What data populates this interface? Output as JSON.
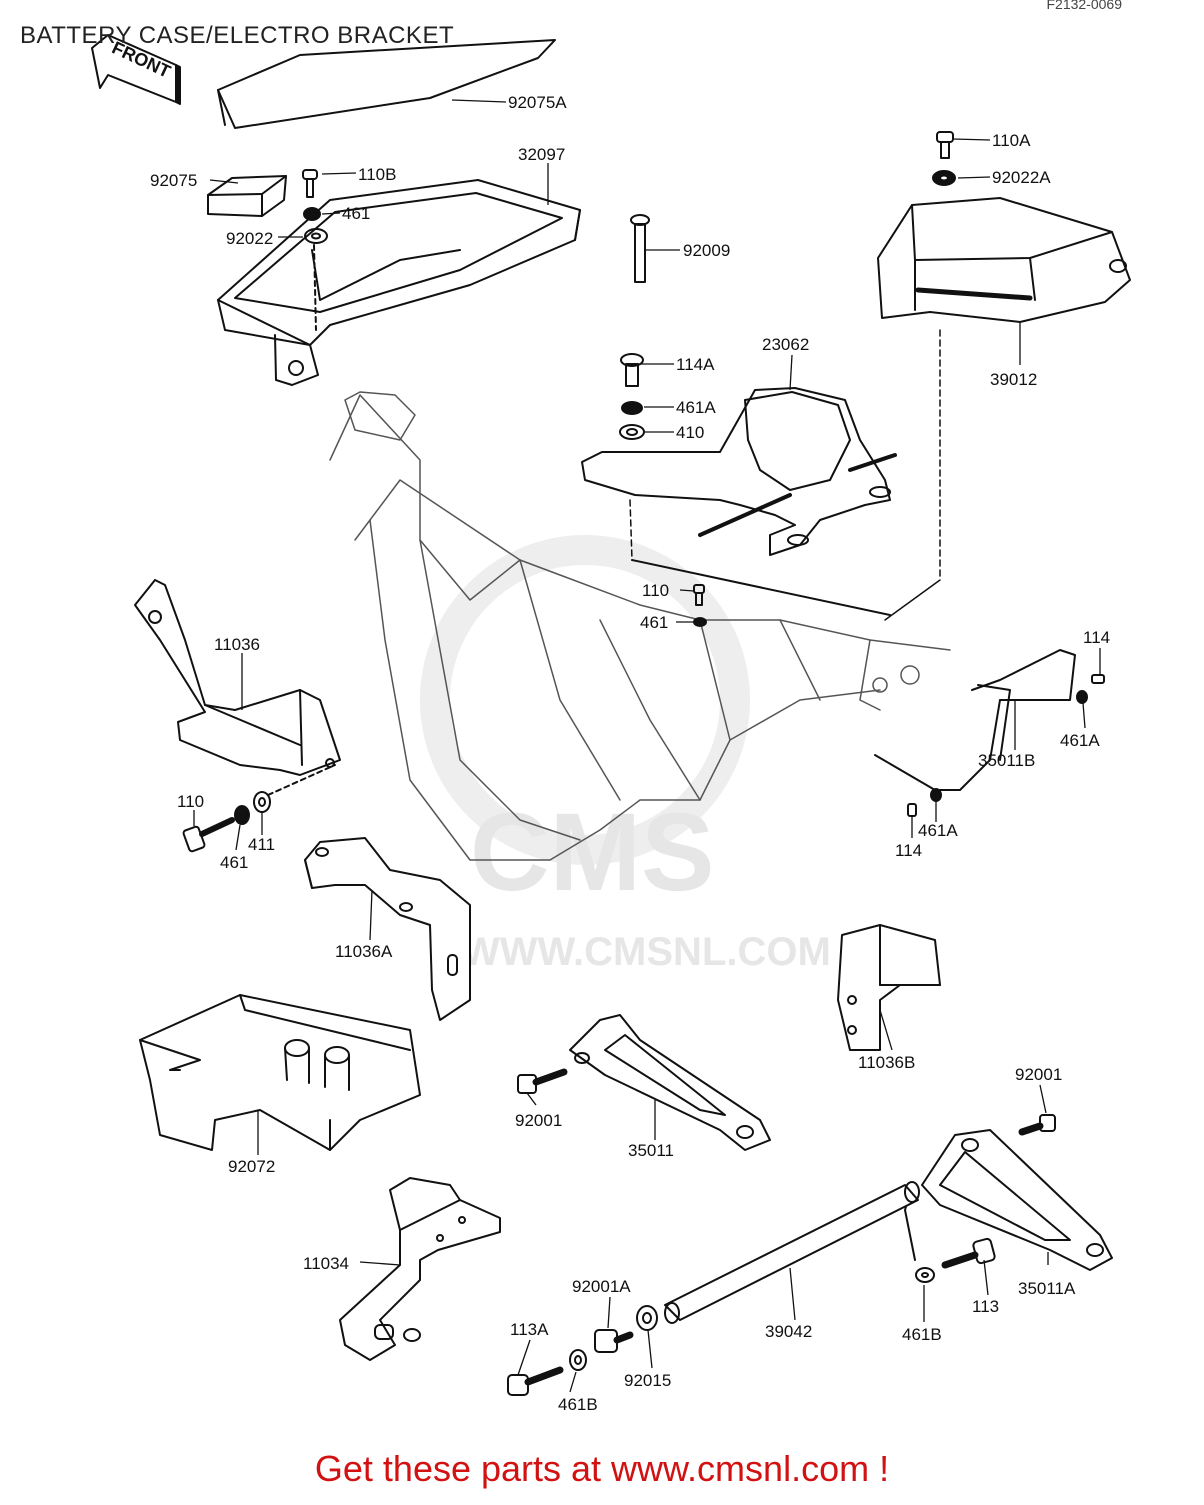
{
  "diagram": {
    "code": "F2132-0069",
    "title": "BATTERY CASE/ELECTRO BRACKET",
    "front_label": "FRONT",
    "watermark": {
      "brand": "CMS",
      "url": "WWW.CMSNL.COM"
    },
    "footer": "Get these parts at www.cmsnl.com !",
    "part_labels": [
      "92075A",
      "32097",
      "92075",
      "110B",
      "461",
      "92022",
      "110A",
      "92022A",
      "92009",
      "39012",
      "114A",
      "23062",
      "461A",
      "410",
      "11036",
      "110",
      "461",
      "114",
      "35011B",
      "461A",
      "461A",
      "114",
      "110",
      "461",
      "411",
      "11036A",
      "11036B",
      "92001",
      "92072",
      "92001",
      "35011",
      "11034",
      "92001A",
      "39042",
      "113",
      "35011A",
      "113A",
      "461B",
      "92015",
      "461B"
    ]
  }
}
